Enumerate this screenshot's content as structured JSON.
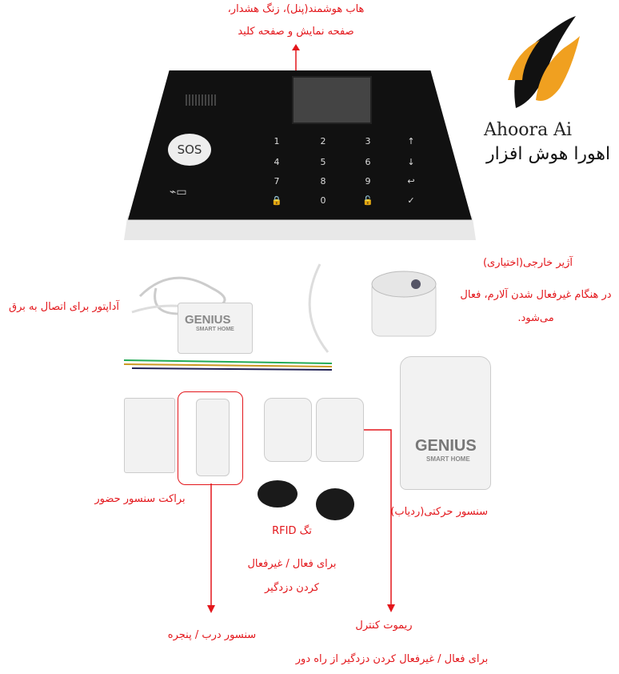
{
  "logo": {
    "name_latin": "Ahoora Ai",
    "name_persian": "اهورا هوش افزار"
  },
  "panel": {
    "label_line1": "هاب هوشمند(پنل)، زنگ هشدار،",
    "label_line2": "صفحه نمایش و صفحه کلید",
    "sos_label": "SOS",
    "keys": [
      "1",
      "2",
      "3",
      "↑",
      "4",
      "5",
      "6",
      "↓",
      "7",
      "8",
      "9",
      "↩",
      "🔒",
      "0",
      "🔓",
      "✓"
    ]
  },
  "adapter": {
    "label": "آداپتور برای اتصال به برق",
    "brand": "GENIUS",
    "sub": "SMART HOME"
  },
  "siren": {
    "label_line1": "آژیر خارجی(اختیاری)",
    "label_line2": "در هنگام غیرفعال شدن آلارم، فعال",
    "label_line3": "می‌شود."
  },
  "bracket": {
    "label": "براکت سنسور حضور"
  },
  "motion": {
    "label": "سنسور حرکتی(ردیاب)",
    "brand": "GENIUS",
    "sub": "SMART HOME"
  },
  "rfid": {
    "label": "تگ RFID",
    "desc_line1": "برای فعال / غیرفعال",
    "desc_line2": "کردن دزدگیر"
  },
  "door": {
    "label": "سنسور درب / پنجره"
  },
  "remote": {
    "label": "ریموت کنترل",
    "desc": "برای فعال / غیرفعال کردن دزدگیر از راه دور"
  },
  "colors": {
    "annotation": "#e3161b",
    "logo_orange": "#f0a020"
  }
}
